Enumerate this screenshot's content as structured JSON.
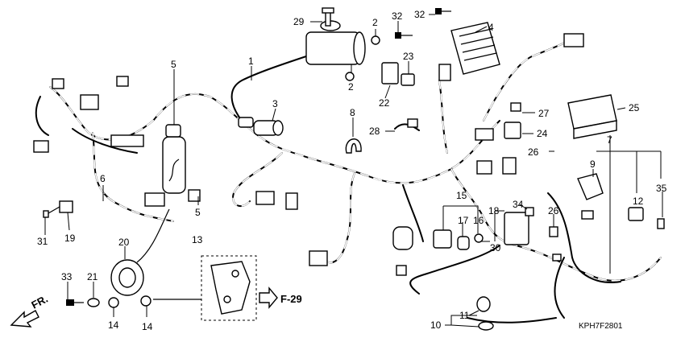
{
  "diagram": {
    "ref_code": "KPH7F2801",
    "page_ref": "F-29",
    "direction_label": "FR.",
    "callouts": [
      "1",
      "2",
      "3",
      "4",
      "5",
      "6",
      "7",
      "8",
      "9",
      "10",
      "11",
      "12",
      "13",
      "14",
      "15",
      "16",
      "17",
      "18",
      "19",
      "20",
      "21",
      "22",
      "23",
      "24",
      "25",
      "26",
      "27",
      "28",
      "29",
      "30",
      "31",
      "32",
      "33",
      "34",
      "35"
    ]
  }
}
